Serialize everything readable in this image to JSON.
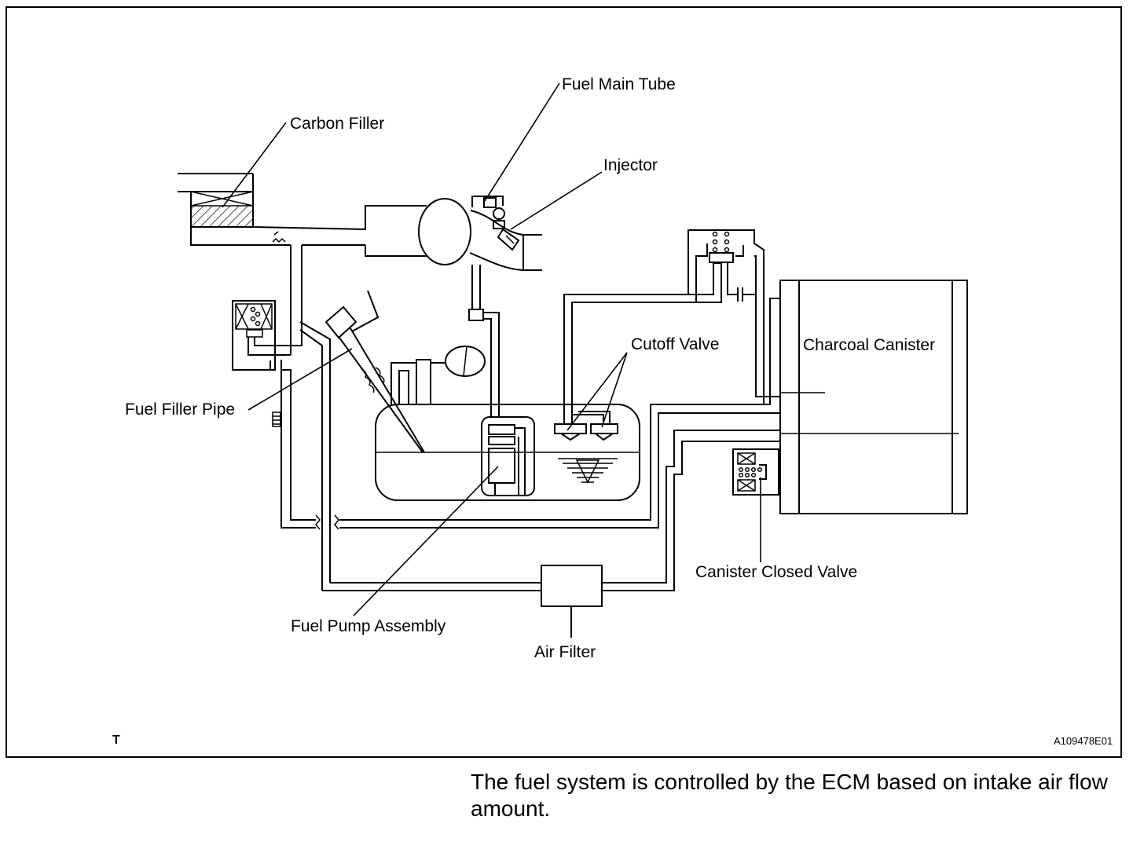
{
  "figure": {
    "labels": {
      "fuel_main_tube": "Fuel Main Tube",
      "carbon_filler": "Carbon Filler",
      "injector": "Injector",
      "cutoff_valve": "Cutoff Valve",
      "charcoal_canister": "Charcoal Canister",
      "fuel_filler_pipe": "Fuel Filler Pipe",
      "canister_closed_valve": "Canister Closed Valve",
      "fuel_pump_assembly": "Fuel Pump Assembly",
      "air_filter": "Air Filter"
    },
    "corner_mark": "T",
    "figure_id": "A109478E01"
  },
  "caption": "The fuel system is controlled by the ECM based on intake air flow amount."
}
